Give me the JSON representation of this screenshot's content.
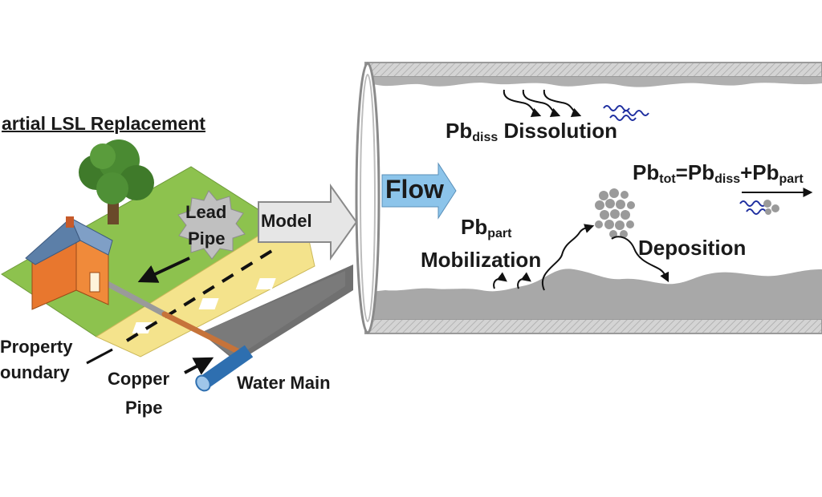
{
  "title": "artial LSL Replacement",
  "lead_pipe": [
    "Lead",
    "Pipe"
  ],
  "model": "Model",
  "property_boundary": [
    "Property",
    "oundary"
  ],
  "copper_pipe": [
    "Copper",
    "Pipe"
  ],
  "water_main": "Water Main",
  "flow": "Flow",
  "dissolution": {
    "pb": "Pb",
    "sub": "diss",
    "text": "Dissolution"
  },
  "mobilization": {
    "pb": "Pb",
    "sub": "part",
    "text": "Mobilization"
  },
  "deposition": "Deposition",
  "equation": {
    "pb1": "Pb",
    "sub1": "tot",
    "eq": "=",
    "pb2": "Pb",
    "sub2": "diss",
    "plus": "+",
    "pb3": "Pb",
    "sub3": "part"
  },
  "colors": {
    "lawn": "#8dc24e",
    "sidewalk": "#f4e38c",
    "road": "#707070",
    "house_wall": "#e8772e",
    "roof": "#5c7fa8",
    "copper": "#c6733a",
    "water_main": "#2e6fb0",
    "flow_arrow": "#8cc4ea",
    "pipe_wall": "#c8c8c8",
    "scale_deposit": "#a8a8a8",
    "wave": "#1f2fa0"
  }
}
